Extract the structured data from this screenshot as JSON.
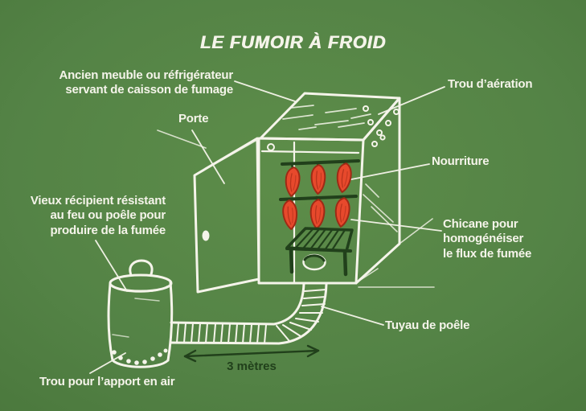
{
  "title": "LE FUMOIR À FROID",
  "labels": {
    "cabinet": "Ancien meuble ou réfrigérateur\nservant de caisson de fumage",
    "door": "Porte",
    "vent": "Trou d’aération",
    "food": "Nourriture",
    "container": "Vieux récipient résistant\nau feu ou poêle pour\nproduire de la fumée",
    "baffle": "Chicane pour\nhomogénéiser\nle flux de fumée",
    "pipe": "Tuyau de poêle",
    "air_hole": "Trou pour l’apport en air",
    "distance": "3 mètres"
  },
  "colors": {
    "bg_center": "#5d8d49",
    "bg_edge": "#48753a",
    "ink_white": "#f5f4ea",
    "ink_dark": "#21401b",
    "food_red": "#e7492c",
    "food_red_dark": "#9e2a15"
  }
}
